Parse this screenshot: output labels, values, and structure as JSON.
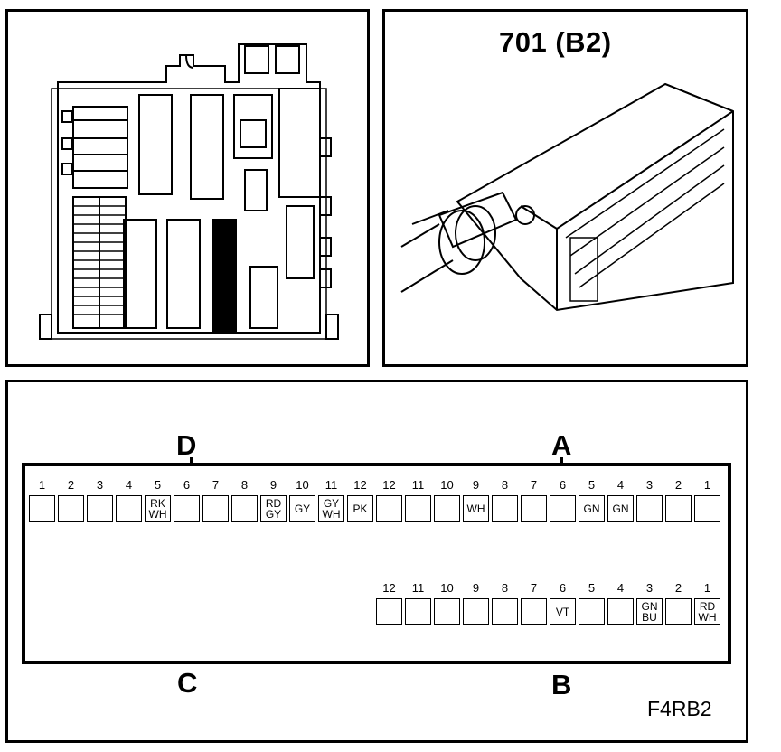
{
  "connector": {
    "title": "701 (B2)"
  },
  "sides": {
    "d": "D",
    "a": "A",
    "c": "C",
    "b": "B"
  },
  "figure_code": "F4RB2",
  "row_top": {
    "section_d": [
      {
        "num": "1",
        "wire": ""
      },
      {
        "num": "2",
        "wire": ""
      },
      {
        "num": "3",
        "wire": ""
      },
      {
        "num": "4",
        "wire": ""
      },
      {
        "num": "5",
        "wire": "RK\nWH"
      },
      {
        "num": "6",
        "wire": ""
      },
      {
        "num": "7",
        "wire": ""
      },
      {
        "num": "8",
        "wire": ""
      },
      {
        "num": "9",
        "wire": "RD\nGY"
      },
      {
        "num": "10",
        "wire": "GY"
      },
      {
        "num": "11",
        "wire": "GY\nWH"
      },
      {
        "num": "12",
        "wire": "PK"
      }
    ],
    "section_a": [
      {
        "num": "12",
        "wire": ""
      },
      {
        "num": "11",
        "wire": ""
      },
      {
        "num": "10",
        "wire": ""
      },
      {
        "num": "9",
        "wire": "WH"
      },
      {
        "num": "8",
        "wire": ""
      },
      {
        "num": "7",
        "wire": ""
      },
      {
        "num": "6",
        "wire": ""
      },
      {
        "num": "5",
        "wire": "GN"
      },
      {
        "num": "4",
        "wire": "GN"
      },
      {
        "num": "3",
        "wire": ""
      },
      {
        "num": "2",
        "wire": ""
      },
      {
        "num": "1",
        "wire": ""
      }
    ]
  },
  "row_bottom": {
    "section_b": [
      {
        "num": "12",
        "wire": ""
      },
      {
        "num": "11",
        "wire": ""
      },
      {
        "num": "10",
        "wire": ""
      },
      {
        "num": "9",
        "wire": ""
      },
      {
        "num": "8",
        "wire": ""
      },
      {
        "num": "7",
        "wire": ""
      },
      {
        "num": "6",
        "wire": "VT"
      },
      {
        "num": "5",
        "wire": ""
      },
      {
        "num": "4",
        "wire": ""
      },
      {
        "num": "3",
        "wire": "GN\nBU"
      },
      {
        "num": "2",
        "wire": ""
      },
      {
        "num": "1",
        "wire": "RD\nWH"
      }
    ]
  }
}
